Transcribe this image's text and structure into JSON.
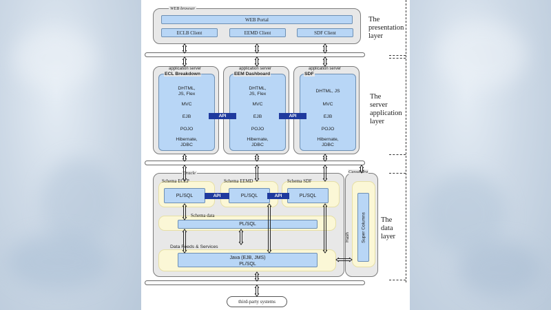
{
  "layers": {
    "presentation": [
      "The",
      "presentation",
      "layer"
    ],
    "server": [
      "The",
      "server",
      "application",
      "layer"
    ],
    "data": [
      "The",
      "data",
      "layer"
    ]
  },
  "presentation": {
    "container_label": "WEB browser",
    "portal": "WEB Portal",
    "clients": [
      "ECLB Client",
      "EEMD Client",
      "SDF Client"
    ]
  },
  "servers": [
    {
      "tag": "application server",
      "title": "ECL Breakdown",
      "stack": [
        "DHTML,",
        "JS, Flex",
        "MVC",
        "EJB",
        "POJO",
        "Hibernate,",
        "JDBC"
      ]
    },
    {
      "tag": "application server",
      "title": "EEM Dashboard",
      "stack": [
        "DHTML,",
        "JS, Flex",
        "MVC",
        "EJB",
        "POJO",
        "Hibernate,",
        "JDBC"
      ]
    },
    {
      "tag": "application server",
      "title": "SDF",
      "stack": [
        "DHTML, JS",
        "MVC",
        "EJB",
        "POJO",
        "Hibernate,",
        "JDBC"
      ]
    }
  ],
  "api_label": "API",
  "data": {
    "oracle_label": "Oracle",
    "cassandra_label": "Cassandra",
    "schemas": [
      {
        "name": "Schema ECLP",
        "code": "PL/SQL"
      },
      {
        "name": "Schema EEMD",
        "code": "PL/SQL"
      },
      {
        "name": "Schema SDF",
        "code": "PL/SQL"
      }
    ],
    "schema_data": {
      "name": "Schema data",
      "code": "PL/SQL"
    },
    "feeds": {
      "name": "Data Feeds & Services",
      "line1": "Java (EJB, JMS)",
      "line2": "PL/SQL"
    },
    "hash": "Hash",
    "super_columns": "Super Columns"
  },
  "third_party": "third-party systems"
}
